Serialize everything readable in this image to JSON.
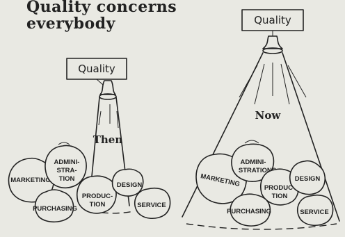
{
  "title": {
    "line1": "Quality concerns",
    "line2": "everybody"
  },
  "left_panel": {
    "sign": "Quality",
    "era": "Then",
    "bags": {
      "marketing": "MARKETING",
      "admin_1": "ADMINI-",
      "admin_2": "STRA-",
      "admin_3": "TION",
      "production_1": "PRODUC-",
      "production_2": "TION",
      "design": "DESIGN",
      "purchasing": "PURCHASING",
      "service": "SERVICE"
    }
  },
  "right_panel": {
    "sign": "Quality",
    "era": "Now",
    "bags": {
      "marketing": "MARKETING",
      "admin_1": "ADMINI-",
      "admin_2": "STRATIONS",
      "production_1": "PRODUC-",
      "production_2": "TION",
      "design": "DESIGN",
      "purchasing": "PURCHASING",
      "service": "SERVICE"
    }
  }
}
